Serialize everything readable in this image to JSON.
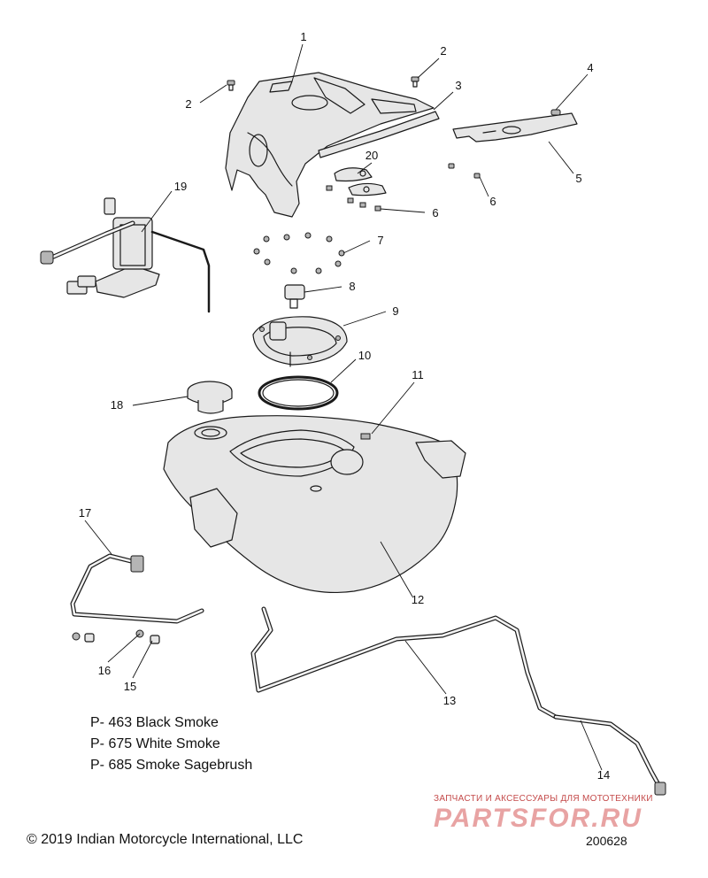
{
  "callouts": [
    {
      "label": "1"
    },
    {
      "label": "2"
    },
    {
      "label": "2"
    },
    {
      "label": "3"
    },
    {
      "label": "4"
    },
    {
      "label": "5"
    },
    {
      "label": "6"
    },
    {
      "label": "6"
    },
    {
      "label": "7"
    },
    {
      "label": "8"
    },
    {
      "label": "9"
    },
    {
      "label": "10"
    },
    {
      "label": "11"
    },
    {
      "label": "12"
    },
    {
      "label": "13"
    },
    {
      "label": "14"
    },
    {
      "label": "15"
    },
    {
      "label": "16"
    },
    {
      "label": "17"
    },
    {
      "label": "18"
    },
    {
      "label": "19"
    },
    {
      "label": "20"
    }
  ],
  "legend": [
    "P- 463 Black Smoke",
    "P- 675 White Smoke",
    "P- 685 Smoke Sagebrush"
  ],
  "copyright": "© 2019 Indian Motorcycle International, LLC",
  "drawing_number": "200628",
  "watermark": {
    "tagline": "ЗАПЧАСТИ И АКСЕССУАРЫ ДЛЯ МОТОТЕХНИКИ",
    "logo": "PARTSFOR.RU"
  }
}
